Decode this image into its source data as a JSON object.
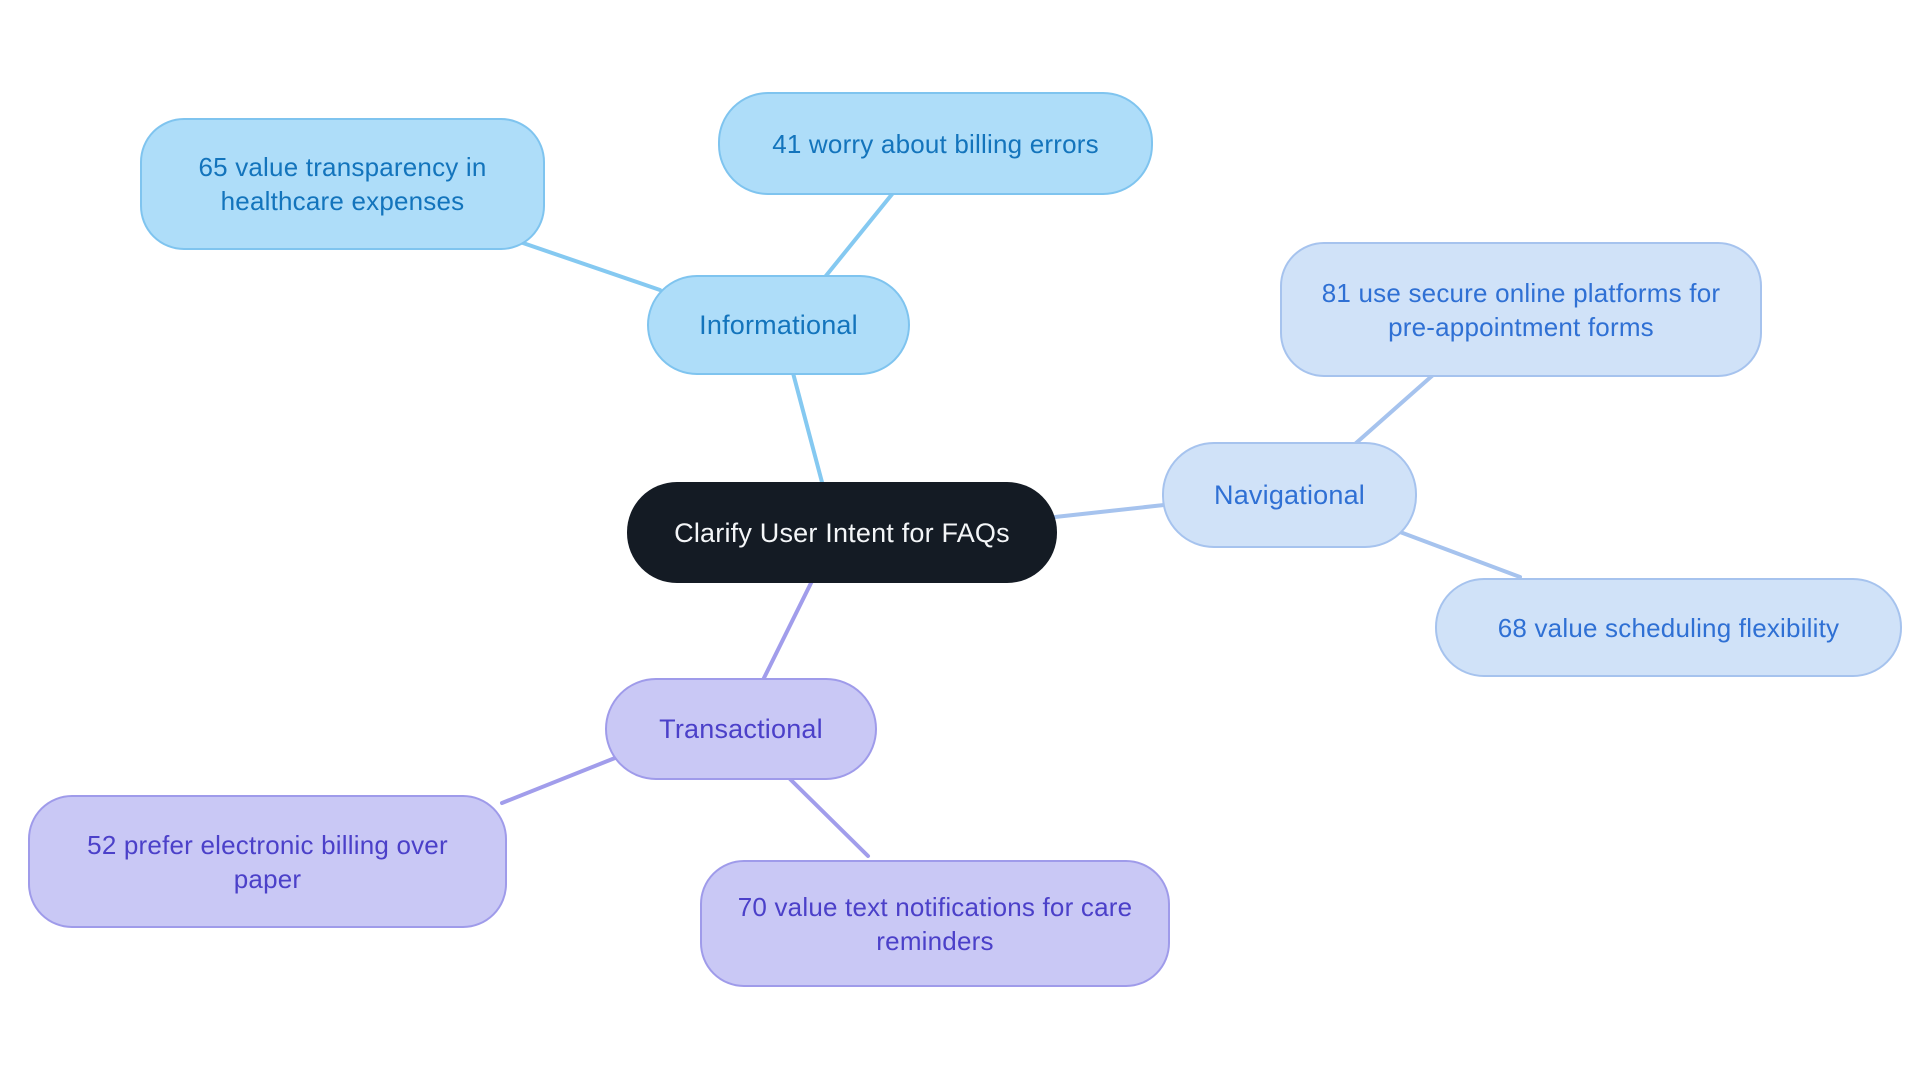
{
  "mindmap": {
    "center": {
      "label": "Clarify User Intent for FAQs"
    },
    "branches": [
      {
        "label": "Informational",
        "children": [
          {
            "label": "65 value transparency in healthcare expenses"
          },
          {
            "label": "41 worry about billing errors"
          }
        ]
      },
      {
        "label": "Navigational",
        "children": [
          {
            "label": "81 use secure online platforms for pre-appointment forms"
          },
          {
            "label": "68 value scheduling flexibility"
          }
        ]
      },
      {
        "label": "Transactional",
        "children": [
          {
            "label": "52 prefer electronic billing over paper"
          },
          {
            "label": "70 value text notifications for care reminders"
          }
        ]
      }
    ]
  },
  "palette": {
    "canvas": "#ffffff",
    "center": {
      "fill": "#141b24",
      "text": "#f4f6f8"
    },
    "informational": {
      "fill": "#aeddf9",
      "border": "#7fc4ef",
      "text": "#1374bc",
      "edge": "#85c9f1"
    },
    "navigational": {
      "fill": "#d0e2f8",
      "border": "#a6c3ee",
      "text": "#2f70d4",
      "edge": "#a6c3ee"
    },
    "transactional": {
      "fill": "#c9c8f5",
      "border": "#9f9bea",
      "text": "#4b40c9",
      "edge": "#a19deb"
    }
  }
}
